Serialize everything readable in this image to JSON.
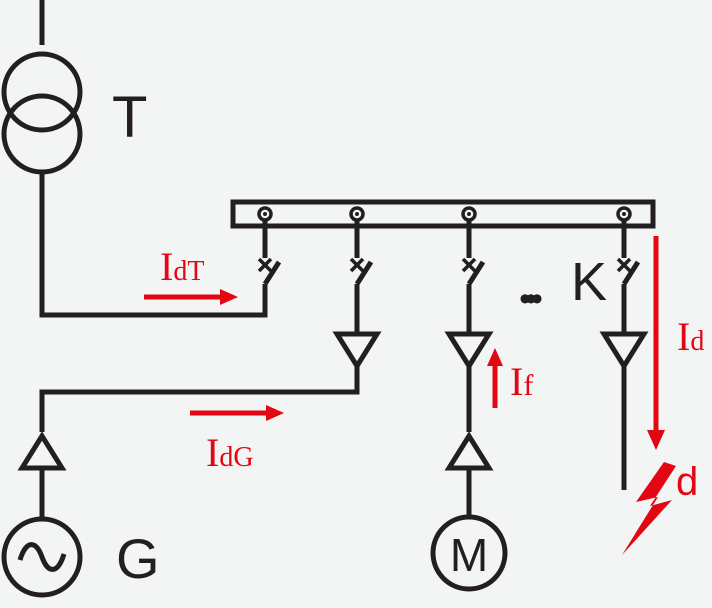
{
  "colors": {
    "line": "#231f20",
    "current": "#e30613",
    "background": "#f3f4f4"
  },
  "labels": {
    "transformer": "T",
    "generator": "G",
    "motor": "M",
    "feeder_k": "K",
    "fault": "d",
    "ellipsis": "•••"
  },
  "currents": {
    "idT": {
      "main": "I",
      "sub": "dT"
    },
    "idG": {
      "main": "I",
      "sub": "dG"
    },
    "if": {
      "main": "I",
      "sub": "f"
    },
    "id": {
      "main": "I",
      "sub": "d"
    }
  },
  "icons": [
    "transformer-icon",
    "generator-icon",
    "motor-icon",
    "circuit-breaker-icon",
    "fault-lightning-icon"
  ]
}
